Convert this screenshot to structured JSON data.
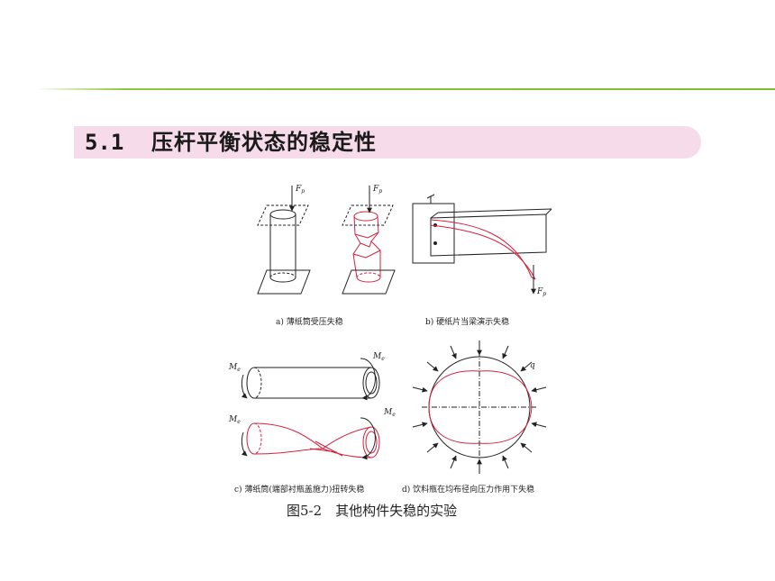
{
  "section": {
    "number": "5.1",
    "title": "压杆平衡状态的稳定性"
  },
  "figure": {
    "subcaptions": {
      "a": "a) 薄纸筒受压失稳",
      "b": "b) 硬纸片当梁演示失稳",
      "c": "c) 薄纸筒(端部衬瓶盖施力)扭转失稳",
      "d": "d) 饮料瓶在均布径向压力作用下失稳"
    },
    "labels": {
      "fp": "F",
      "fp_sub": "p",
      "me": "M",
      "me_sub": "e",
      "q": "q"
    },
    "caption": "图5-2　其他构件失稳的实验"
  },
  "colors": {
    "accent_line": "#7dbd2e",
    "title_band": "#f6dceb",
    "deformed": "#d8203c"
  }
}
